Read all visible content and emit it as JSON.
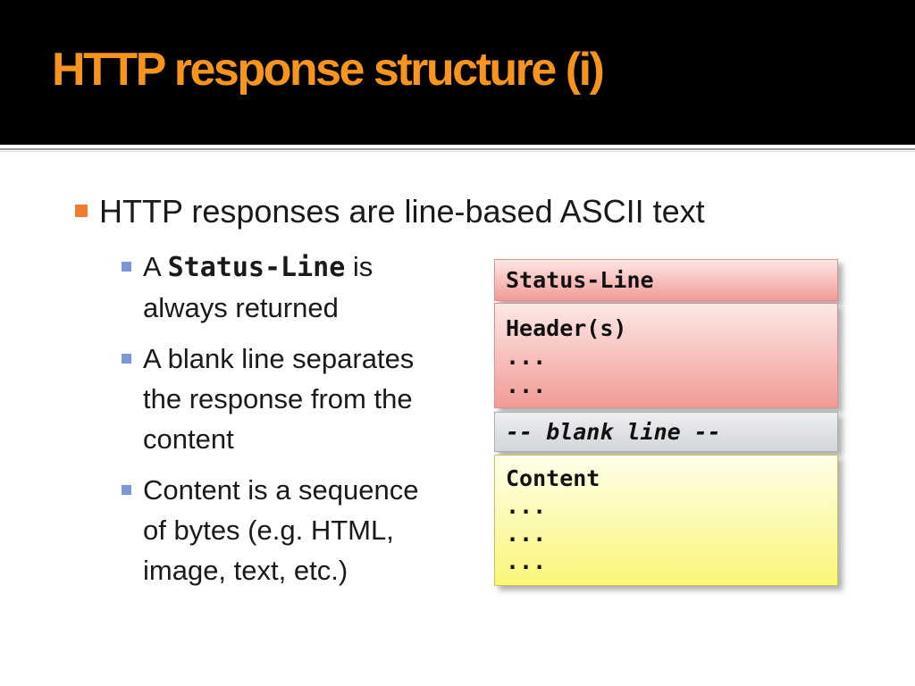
{
  "slide": {
    "title": "HTTP response structure (i)"
  },
  "bullets": {
    "main": "HTTP responses are line-based ASCII text",
    "sub_status": {
      "prefix": "A ",
      "code": "Status-Line",
      "suffix": " is\nalways returned"
    },
    "sub_blank": "A blank line separates\nthe response from the\ncontent",
    "sub_content": "Content is a sequence\nof bytes (e.g. HTML,\nimage, text, etc.)"
  },
  "diagram": {
    "status_box": "Status-Line",
    "header_box": "Header(s)\n...\n...",
    "blank_box": "-- blank line --",
    "content_box": "Content\n...\n...\n..."
  },
  "colors": {
    "title_orange": "#F7941D",
    "bullet_level1": "#ED7D31",
    "bullet_level2": "#7D96D6",
    "box_pink_top": "#FCE8E5",
    "box_pink_bottom": "#F29B97",
    "box_gray_top": "#EDEFF1",
    "box_gray_bottom": "#D2D5DA",
    "box_yellow_top": "#FFFEE9",
    "box_yellow_bottom": "#FAF678"
  }
}
